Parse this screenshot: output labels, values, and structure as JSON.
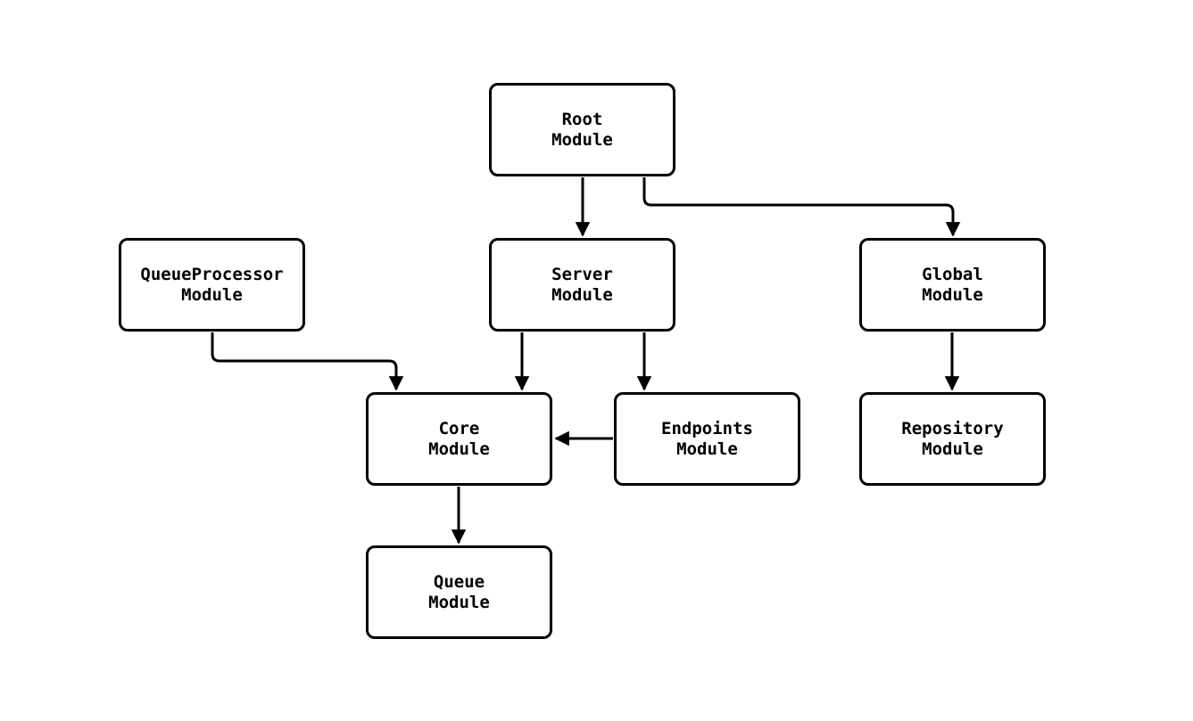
{
  "diagram": {
    "type": "flowchart",
    "colors": {
      "background": "#ffffff",
      "node_fill": "#ffffff",
      "stroke": "#000000",
      "text": "#000000"
    },
    "nodes": [
      {
        "id": "root",
        "label": "Root\nModule"
      },
      {
        "id": "queueprocessor",
        "label": "QueueProcessor\nModule"
      },
      {
        "id": "server",
        "label": "Server\nModule"
      },
      {
        "id": "global",
        "label": "Global\nModule"
      },
      {
        "id": "core",
        "label": "Core\nModule"
      },
      {
        "id": "endpoints",
        "label": "Endpoints\nModule"
      },
      {
        "id": "repository",
        "label": "Repository\nModule"
      },
      {
        "id": "queue",
        "label": "Queue\nModule"
      }
    ],
    "edges": [
      {
        "from": "root",
        "to": "server"
      },
      {
        "from": "root",
        "to": "global"
      },
      {
        "from": "queueprocessor",
        "to": "core"
      },
      {
        "from": "server",
        "to": "core"
      },
      {
        "from": "server",
        "to": "endpoints"
      },
      {
        "from": "endpoints",
        "to": "core"
      },
      {
        "from": "global",
        "to": "repository"
      },
      {
        "from": "core",
        "to": "queue"
      }
    ]
  }
}
